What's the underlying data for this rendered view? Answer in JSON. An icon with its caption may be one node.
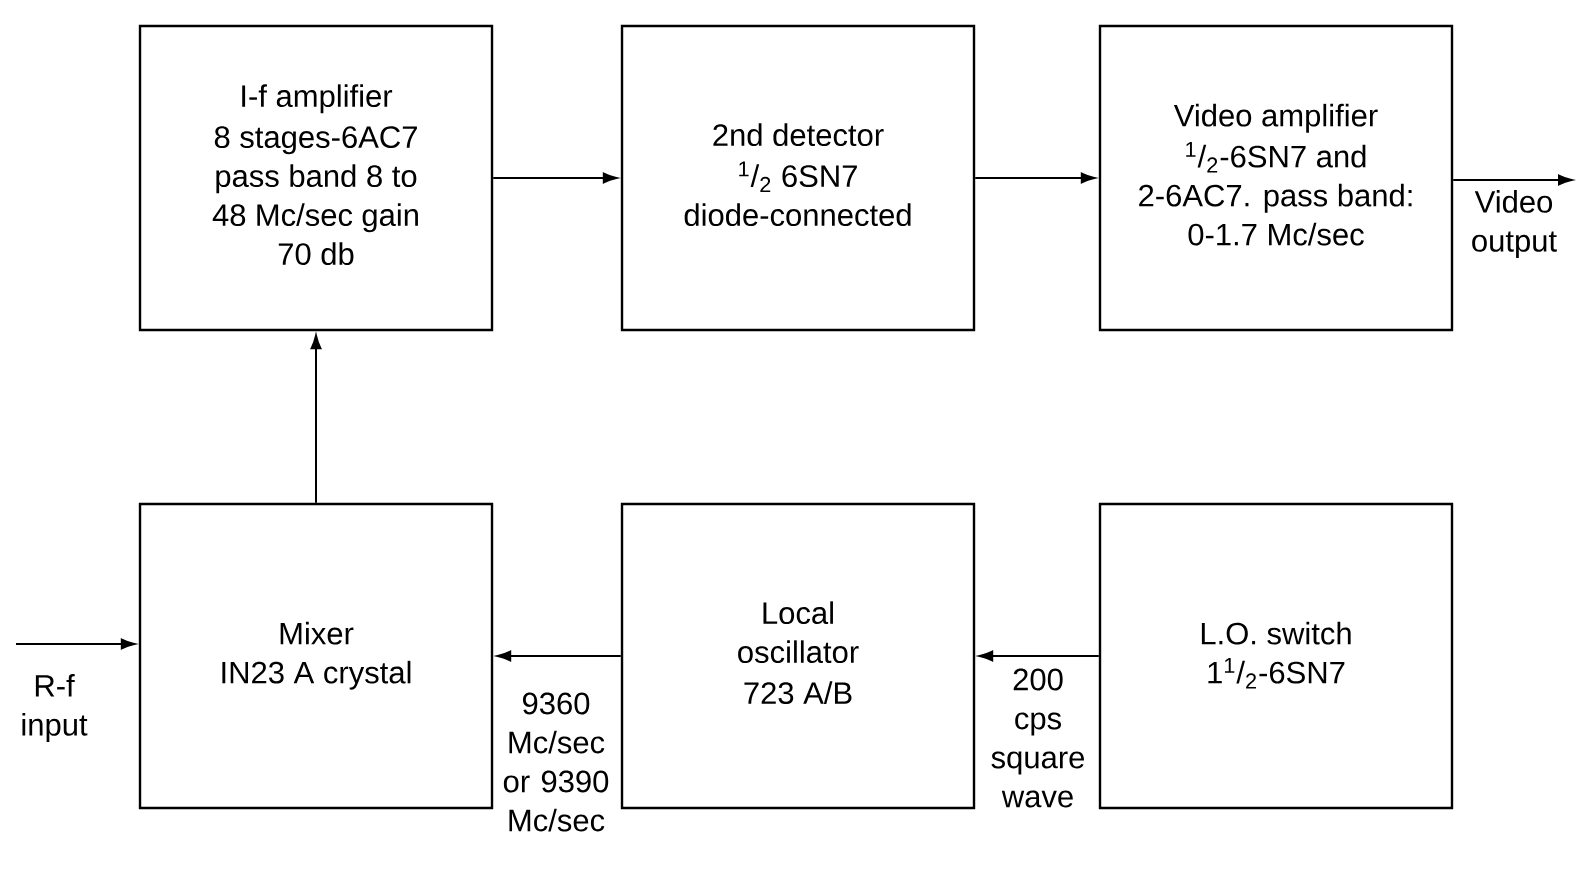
{
  "diagram": {
    "nodes": [
      {
        "text": [
          "I-f amplifier",
          "8 stages-6AC7 pass band 8 to 48 Mc/sec gain 70 db"
        ]
      },
      {
        "text": [
          "2nd detector",
          "$^{1}$/$_{2}$ 6SN7 diode-connected"
        ]
      },
      {
        "text": [
          "Video amplifier",
          "$^{1}$/$_{2}$-6SN7 and 2-6AC7. pass band: 0-1.7 Mc/sec"
        ]
      },
      {
        "text": [
          "Mixer",
          "IN23 A crystal"
        ]
      },
      {
        "text": [
          "Local oscillator",
          "723 A/B"
        ]
      },
      {
        "text": [
          "L.O. switch",
          "1$^{1}$/$_{2}$-6SN7"
        ]
      }
    ],
    "edges": [
      {
        "from": 0,
        "to": 1,
        "arrow": "to"
      },
      {
        "from": 1,
        "to": 2,
        "arrow": "to"
      },
      {
        "from": 2,
        "to": null,
        "arrow": "to",
        "label": "Video output"
      },
      {
        "from": 3,
        "to": 0,
        "arrow": "to"
      },
      {
        "from": 4,
        "to": 3,
        "arrow": "to",
        "label": "9360 Mc/sec or 9390 Mc/sec"
      },
      {
        "from": 5,
        "to": 4,
        "arrow": "to",
        "label": "200 cps square wave"
      },
      {
        "from": null,
        "to": 3,
        "arrow": "to",
        "label": "R-f input"
      }
    ]
  }
}
